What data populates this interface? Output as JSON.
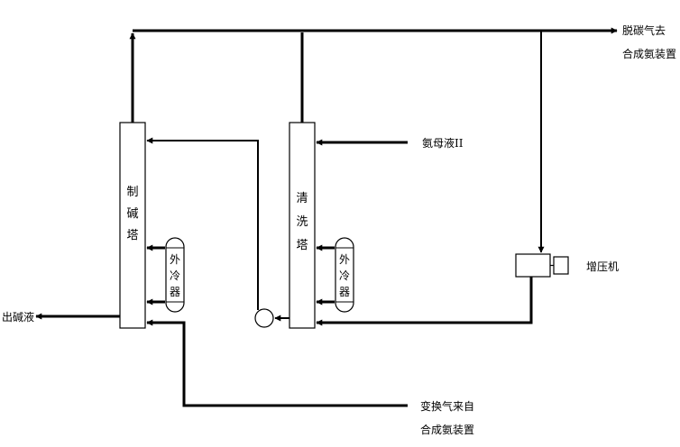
{
  "diagram": {
    "labels": {
      "outlet_gas": "脱碳气去",
      "outlet_gas_dest": "合成氨装置",
      "ammonia_mother_liquor": "氨母液II",
      "booster": "增压机",
      "alkali_out": "出碱液",
      "shift_gas": "变换气来自",
      "shift_gas_src": "合成氨装置"
    },
    "towers": {
      "alkali_tower": [
        "制",
        "碱",
        "塔"
      ],
      "wash_tower": [
        "清",
        "洗",
        "塔"
      ]
    },
    "coolers": {
      "cooler_1": [
        "外",
        "冷",
        "器"
      ],
      "cooler_2": [
        "外",
        "冷",
        "器"
      ]
    },
    "colors": {
      "line": "#000000",
      "background": "#ffffff"
    }
  }
}
